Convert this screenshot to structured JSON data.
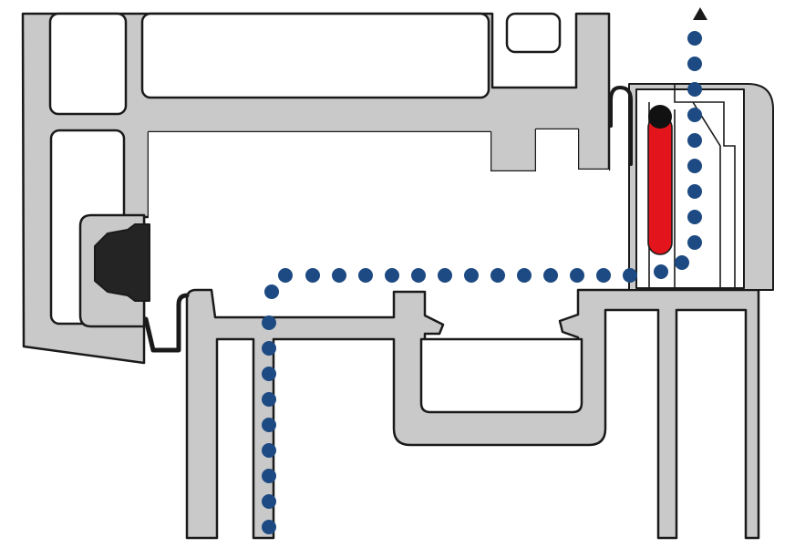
{
  "colors": {
    "profile_fill": "#c9c9c9",
    "outline": "#1a1a1a",
    "gasket_fill": "#242424",
    "flap_fill": "#e3141c",
    "pivot_fill": "#111111",
    "airflow": "#1d4a82"
  },
  "diagram": {
    "components": [
      {
        "name": "sash-profile",
        "shape": "pvc-chambered-profile"
      },
      {
        "name": "frame-profile",
        "shape": "pvc-chambered-profile"
      },
      {
        "name": "glazing-gasket",
        "shape": "black-seal"
      },
      {
        "name": "window-vent",
        "shape": "trickle-vent-housing"
      },
      {
        "name": "vent-flap",
        "shape": "red-flap"
      },
      {
        "name": "airflow-path",
        "shape": "dotted-arrow",
        "direction": "up"
      }
    ]
  }
}
